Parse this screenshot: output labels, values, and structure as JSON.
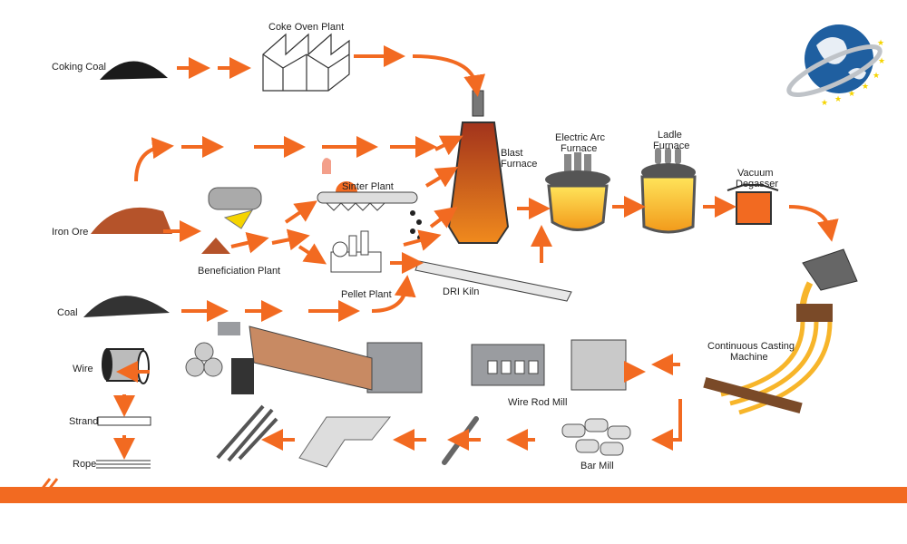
{
  "colors": {
    "accent": "#f26a21",
    "steel": "#8a8c90",
    "molten": "#f7b52a",
    "ore": "#b5532a",
    "globe": "#1f5fa0"
  },
  "labels": {
    "coking_coal": "Coking Coal",
    "coke_oven_plant": "Coke Oven Plant",
    "iron_ore": "Iron Ore",
    "beneficiation_plant": "Beneficiation Plant",
    "sinter_plant": "Sinter Plant",
    "pellet_plant": "Pellet  Plant",
    "coal": "Coal",
    "dri_kiln": "DRI Kiln",
    "blast_furnace_1": "Blast",
    "blast_furnace_2": "Furnace",
    "eaf_1": "Electric Arc",
    "eaf_2": "Furnace",
    "ladle_1": "Ladle",
    "ladle_2": "Furnace",
    "vacuum_1": "Vacuum",
    "vacuum_2": "Degasser",
    "ccm_1": "Continuous Casting",
    "ccm_2": "Machine",
    "wire_rod_mill": "Wire Rod Mill",
    "bar_mill": "Bar Mill",
    "wire": "Wire",
    "strand": "Strand",
    "rope": "Rope"
  },
  "icons": [
    "globe-logo",
    "coal-pile",
    "ore-pile",
    "coke-oven",
    "blast-furnace",
    "electric-arc-furnace",
    "ladle-furnace",
    "vacuum-degasser",
    "ladle-pour",
    "casting-machine",
    "rolling-mill",
    "bar-bundle",
    "wire-spool"
  ]
}
